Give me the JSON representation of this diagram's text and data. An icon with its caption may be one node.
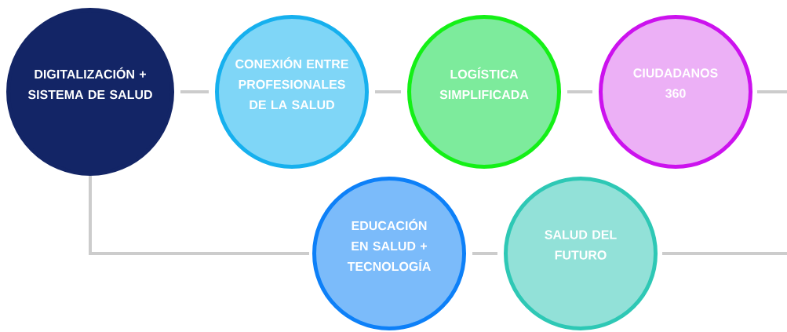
{
  "diagram": {
    "nodes": [
      {
        "text": [
          "DIGITALIZACIÓN + SISTEMA DE SALUD"
        ]
      },
      {
        "text": [
          "CONEXIÓN ENTRE PROFESIONALES DE LA SALUD"
        ]
      },
      {
        "text": [
          "LOGÍSTICA SIMPLIFICADA"
        ]
      },
      {
        "text": [
          "CIUDADANOS 360"
        ]
      },
      {
        "text": [
          "EDUCACIÓN EN SALUD + TECNOLOGÍA"
        ]
      },
      {
        "text": [
          "SALUD DEL FUTURO"
        ]
      }
    ],
    "edges": [
      {
        "from": 0,
        "to": 1,
        "arrow": "none"
      },
      {
        "from": 1,
        "to": 2,
        "arrow": "none"
      },
      {
        "from": 2,
        "to": 3,
        "arrow": "none"
      },
      {
        "from": 3,
        "to": null,
        "arrow": "none"
      },
      {
        "from": 0,
        "to": 4,
        "arrow": "none"
      },
      {
        "from": 4,
        "to": 5,
        "arrow": "none"
      },
      {
        "from": 5,
        "to": null,
        "arrow": "none"
      }
    ]
  }
}
